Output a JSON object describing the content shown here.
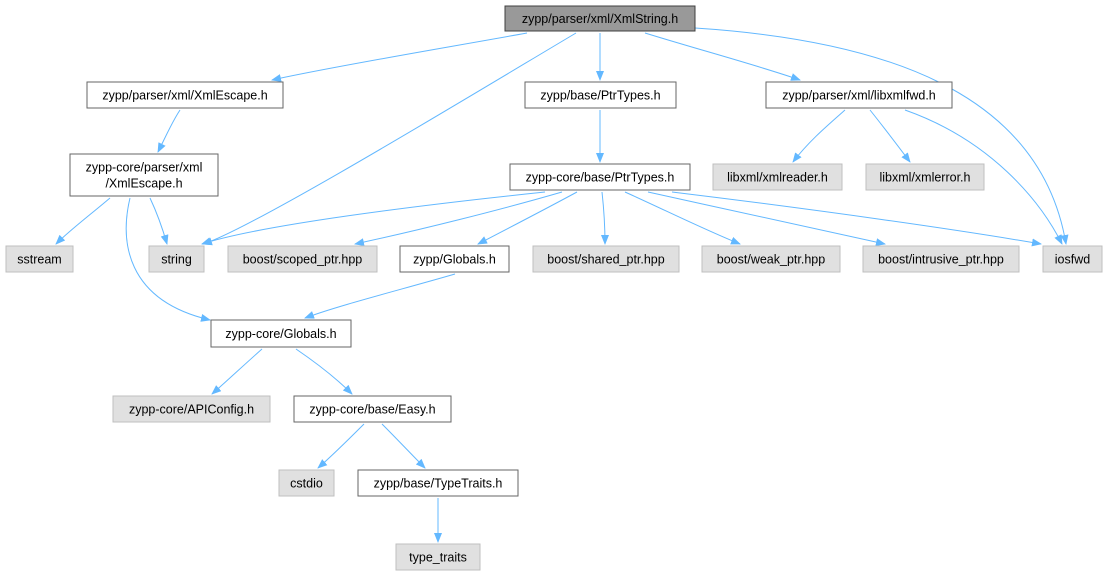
{
  "colors": {
    "edge": "#63b8ff",
    "root_fill": "#999999",
    "internal_fill": "#ffffff",
    "external_fill": "#e0e0e0"
  },
  "nodes": [
    {
      "id": "root",
      "label": "zypp/parser/xml/XmlString.h",
      "kind": "root"
    },
    {
      "id": "xmlescape",
      "label": "zypp/parser/xml/XmlEscape.h",
      "kind": "internal"
    },
    {
      "id": "baseptr",
      "label": "zypp/base/PtrTypes.h",
      "kind": "internal"
    },
    {
      "id": "libxmlfwd",
      "label": "zypp/parser/xml/libxmlfwd.h",
      "kind": "internal"
    },
    {
      "id": "coreescape",
      "label": "zypp-core/parser/xml\n/XmlEscape.h",
      "kind": "internal"
    },
    {
      "id": "coreptr",
      "label": "zypp-core/base/PtrTypes.h",
      "kind": "internal"
    },
    {
      "id": "xmlreader",
      "label": "libxml/xmlreader.h",
      "kind": "external"
    },
    {
      "id": "xmlerror",
      "label": "libxml/xmlerror.h",
      "kind": "external"
    },
    {
      "id": "sstream",
      "label": "sstream",
      "kind": "external"
    },
    {
      "id": "string",
      "label": "string",
      "kind": "external"
    },
    {
      "id": "scoped",
      "label": "boost/scoped_ptr.hpp",
      "kind": "external"
    },
    {
      "id": "zglobals",
      "label": "zypp/Globals.h",
      "kind": "internal"
    },
    {
      "id": "shared",
      "label": "boost/shared_ptr.hpp",
      "kind": "external"
    },
    {
      "id": "weak",
      "label": "boost/weak_ptr.hpp",
      "kind": "external"
    },
    {
      "id": "intrusive",
      "label": "boost/intrusive_ptr.hpp",
      "kind": "external"
    },
    {
      "id": "iosfwd",
      "label": "iosfwd",
      "kind": "external"
    },
    {
      "id": "coreglobals",
      "label": "zypp-core/Globals.h",
      "kind": "internal"
    },
    {
      "id": "apiconfig",
      "label": "zypp-core/APIConfig.h",
      "kind": "external"
    },
    {
      "id": "easy",
      "label": "zypp-core/base/Easy.h",
      "kind": "internal"
    },
    {
      "id": "cstdio",
      "label": "cstdio",
      "kind": "external"
    },
    {
      "id": "typetraits",
      "label": "zypp/base/TypeTraits.h",
      "kind": "internal"
    },
    {
      "id": "type_traits",
      "label": "type_traits",
      "kind": "external"
    }
  ],
  "edges": [
    {
      "from": "root",
      "to": "xmlescape"
    },
    {
      "from": "root",
      "to": "string"
    },
    {
      "from": "root",
      "to": "baseptr"
    },
    {
      "from": "root",
      "to": "libxmlfwd"
    },
    {
      "from": "root",
      "to": "iosfwd"
    },
    {
      "from": "xmlescape",
      "to": "coreescape"
    },
    {
      "from": "coreescape",
      "to": "sstream"
    },
    {
      "from": "coreescape",
      "to": "string"
    },
    {
      "from": "coreescape",
      "to": "coreglobals"
    },
    {
      "from": "baseptr",
      "to": "coreptr"
    },
    {
      "from": "libxmlfwd",
      "to": "xmlreader"
    },
    {
      "from": "libxmlfwd",
      "to": "xmlerror"
    },
    {
      "from": "libxmlfwd",
      "to": "iosfwd"
    },
    {
      "from": "coreptr",
      "to": "string"
    },
    {
      "from": "coreptr",
      "to": "scoped"
    },
    {
      "from": "coreptr",
      "to": "zglobals"
    },
    {
      "from": "coreptr",
      "to": "shared"
    },
    {
      "from": "coreptr",
      "to": "weak"
    },
    {
      "from": "coreptr",
      "to": "intrusive"
    },
    {
      "from": "coreptr",
      "to": "iosfwd"
    },
    {
      "from": "zglobals",
      "to": "coreglobals"
    },
    {
      "from": "coreglobals",
      "to": "apiconfig"
    },
    {
      "from": "coreglobals",
      "to": "easy"
    },
    {
      "from": "easy",
      "to": "cstdio"
    },
    {
      "from": "easy",
      "to": "typetraits"
    },
    {
      "from": "typetraits",
      "to": "type_traits"
    }
  ]
}
